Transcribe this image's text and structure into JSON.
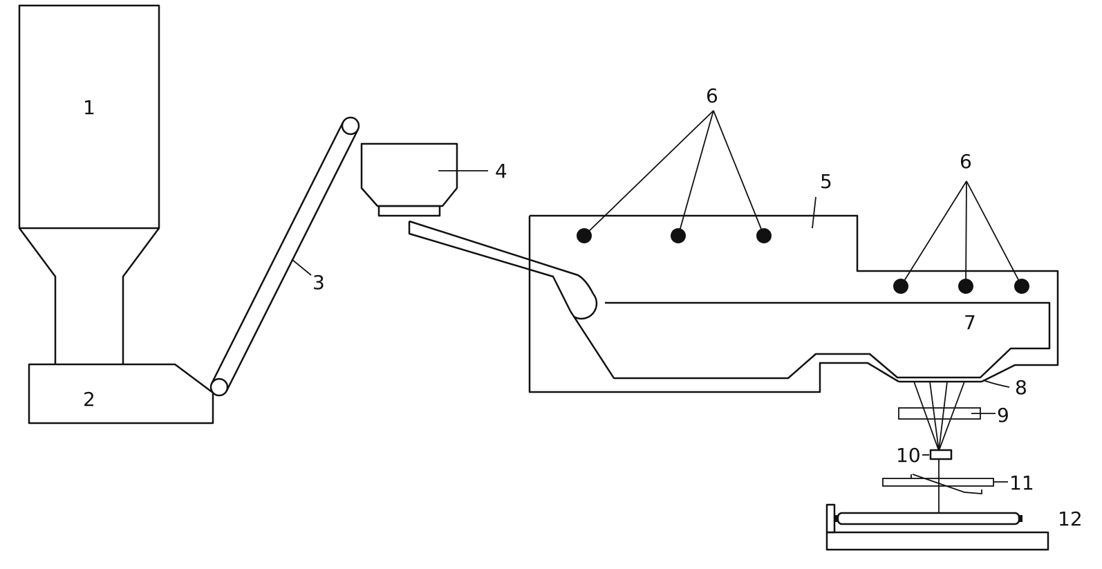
{
  "labels": {
    "silo": "1",
    "base": "2",
    "conveyor": "3",
    "hopper": "4",
    "furnace": "5",
    "heaters_left": "6",
    "heaters_right": "6",
    "melt": "7",
    "bushing": "8",
    "sizing_unit": "9",
    "gathering_shoe": "10",
    "traverse": "11",
    "winder": "12"
  },
  "colors": {
    "line": "#111111",
    "background": "#ffffff"
  }
}
